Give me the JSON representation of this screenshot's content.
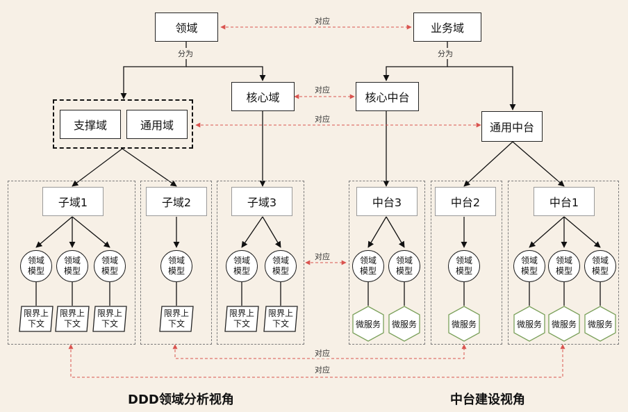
{
  "top": {
    "domain": "领域",
    "business_domain": "业务域"
  },
  "split_label": "分为",
  "relation_label": "对应",
  "ddd": {
    "core_domain": "核心域",
    "support_domain": "支撑域",
    "general_domain": "通用域",
    "subdomains": [
      "子域1",
      "子域2",
      "子域3"
    ],
    "domain_model": [
      "领域",
      "模型"
    ],
    "bounded_context": [
      "限界上",
      "下文"
    ]
  },
  "platform": {
    "core_platform": "核心中台",
    "general_platform": "通用中台",
    "platforms": [
      "中台3",
      "中台2",
      "中台1"
    ],
    "microservice": "微服务"
  },
  "footer": {
    "ddd_view": "DDD领域分析视角",
    "platform_view": "中台建设视角"
  },
  "colors": {
    "background": "#f7f0e6",
    "relation_line": "#d9534f",
    "hexagon_border": "#7aa05a"
  }
}
